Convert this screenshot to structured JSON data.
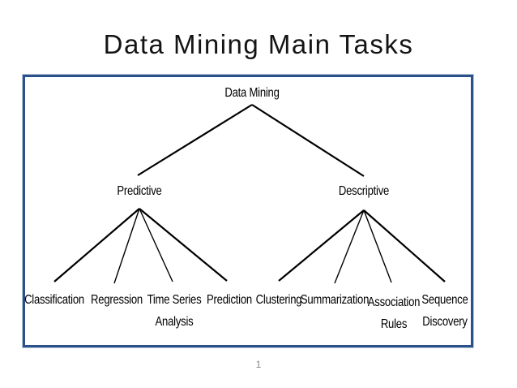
{
  "title": "Data Mining Main Tasks",
  "page_number": "1",
  "diagram": {
    "root": {
      "label": "Data Mining"
    },
    "branches": [
      {
        "label": "Predictive",
        "children": [
          {
            "label": "Classification"
          },
          {
            "label": "Regression"
          },
          {
            "label": "Time Series\nAnalysis"
          },
          {
            "label": "Prediction"
          }
        ]
      },
      {
        "label": "Descriptive",
        "children": [
          {
            "label": "Clustering"
          },
          {
            "label": "Summarization"
          },
          {
            "label": "Association\nRules"
          },
          {
            "label": "Sequence\nDiscovery"
          }
        ]
      }
    ],
    "colors": {
      "box_border": "#2a5189",
      "box_border_outer_glow": "#b9c7dc",
      "connector_line": "#000000",
      "title_text": "#141414",
      "node_text": "#000000",
      "page_number_text": "#888888"
    }
  }
}
